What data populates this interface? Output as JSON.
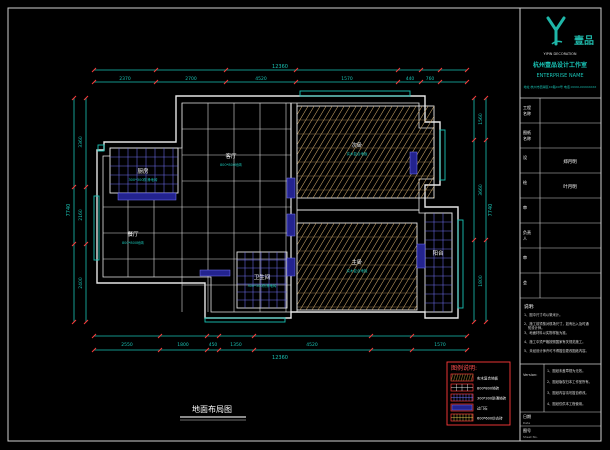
{
  "drawing": {
    "title": "地面布局图",
    "overall_width_top": "12360",
    "overall_width_bottom": "12360",
    "top_dims": [
      "2370",
      "2700",
      "4520",
      "1570",
      "440",
      "760"
    ],
    "bottom_dims": [
      "2550",
      "1800",
      "450",
      "1350",
      "4520",
      "1570"
    ],
    "left_dims": [
      "3360",
      "2160",
      "2400"
    ],
    "left_total": "7740",
    "right_dims": [
      "1560",
      "3660",
      "1800"
    ],
    "right_total": "7740"
  },
  "rooms": {
    "kitchen": {
      "name": "厨房",
      "note": "300*300防滑地砖"
    },
    "living": {
      "name": "客厅",
      "note": "800*800地砖"
    },
    "dining": {
      "name": "餐厅",
      "note": "800*800地砖"
    },
    "bath": {
      "name": "卫生间",
      "note": "300*300防滑地砖"
    },
    "bedroom2": {
      "name": "次卧",
      "note": "实木复合地板"
    },
    "master": {
      "name": "主卧",
      "note": "实木复合地板"
    },
    "balcony": {
      "name": "阳台",
      "note": "300*300防滑地砖"
    }
  },
  "legend": {
    "title": "图例说明:",
    "items": [
      {
        "label": "实木复合地板"
      },
      {
        "label": "800*800地砖"
      },
      {
        "label": "300*300防滑地砖"
      },
      {
        "label": "过门石"
      },
      {
        "label": "600*600仿古砖"
      }
    ]
  },
  "titleblock": {
    "brand": "壹品",
    "brand_en": "YIPIN  DECORATION",
    "company": "杭州壹品设计工作室",
    "company_sub": "ENTERPRISE NAME",
    "address": "地址:杭州市西湖区XX路XX号  电话:XXXX-XXXXXXXX",
    "rows": [
      {
        "label": "工程名称",
        "value": ""
      },
      {
        "label": "图纸名称",
        "value": ""
      },
      {
        "label": "设计",
        "value": "郑月明"
      },
      {
        "label": "绘图",
        "value": "叶月明"
      },
      {
        "label": "审核",
        "value": ""
      },
      {
        "label": "负责人",
        "value": ""
      },
      {
        "label": "审定",
        "value": ""
      },
      {
        "label": "会签",
        "value": ""
      }
    ],
    "notes_title": "说明:",
    "notes": [
      "1、图中尺寸均以毫米计。",
      "2、施工前须核对现场尺寸，如有出入及时通知设计师。",
      "3、地面材料以实物样板为准。",
      "4、施工中须严格按照国家有关规范施工。",
      "5、未经设计师许可不得擅自更改图纸内容。"
    ],
    "version_label": "Version:",
    "version_items": [
      "1、图纸未盖章视为无效。",
      "2、图纸版权归本工作室所有。",
      "3、图纸内容请勿擅自修改。",
      "4、图纸仅供本工程使用。"
    ],
    "footer": [
      {
        "label": "日期",
        "en": "Date",
        "value": ""
      },
      {
        "label": "图号",
        "en": "Sheet No.",
        "value": ""
      }
    ]
  }
}
